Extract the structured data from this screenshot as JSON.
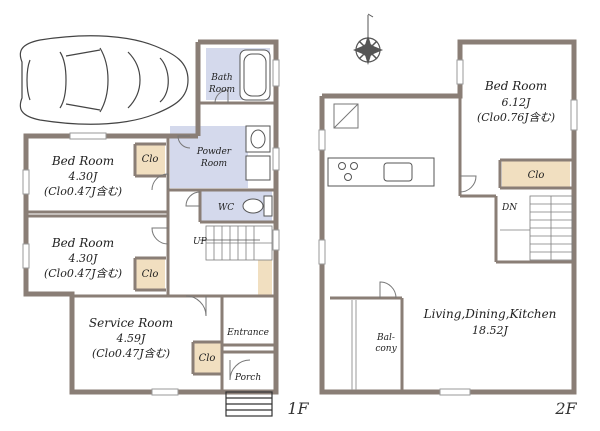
{
  "colors": {
    "wall": "#8a7e76",
    "wall_dark": "#6e625b",
    "wet_area": "#d4d9ec",
    "closet": "#f1dfc0",
    "stair_line": "#7d7d7d",
    "window": "#9a9a9a",
    "door": "#777777",
    "text": "#222222",
    "car": "#444444"
  },
  "icons": {
    "compass": "compass-rose-icon",
    "car": "car-icon",
    "bathtub": "bathtub-icon",
    "toilet": "toilet-icon",
    "sink": "sink-icon",
    "stove": "stove-icon"
  },
  "floor1": {
    "label": "1F",
    "rooms": {
      "bath": {
        "line1": "Bath",
        "line2": "Room"
      },
      "powder": {
        "line1": "Powder",
        "line2": "Room"
      },
      "wc": {
        "name": "WC"
      },
      "bed_a": {
        "name": "Bed Room",
        "area": "4.30J",
        "closet_note": "(Clo0.47J含む)"
      },
      "bed_b": {
        "name": "Bed Room",
        "area": "4.30J",
        "closet_note": "(Clo0.47J含む)"
      },
      "service": {
        "name": "Service Room",
        "area": "4.59J",
        "closet_note": "(Clo0.47J含む)"
      },
      "entrance": {
        "name": "Entrance"
      },
      "porch": {
        "name": "Porch"
      }
    },
    "closets": [
      "Clo",
      "Clo",
      "Clo"
    ],
    "stairs_label": "UP"
  },
  "floor2": {
    "label": "2F",
    "rooms": {
      "bed": {
        "name": "Bed Room",
        "area": "6.12J",
        "closet_note": "(Clo0.76J含む)"
      },
      "ldk": {
        "name": "Living,Dining,Kitchen",
        "area": "18.52J"
      },
      "balcony": {
        "line1": "Bal-",
        "line2": "cony"
      }
    },
    "closet": "Clo",
    "stairs_label": "DN"
  }
}
